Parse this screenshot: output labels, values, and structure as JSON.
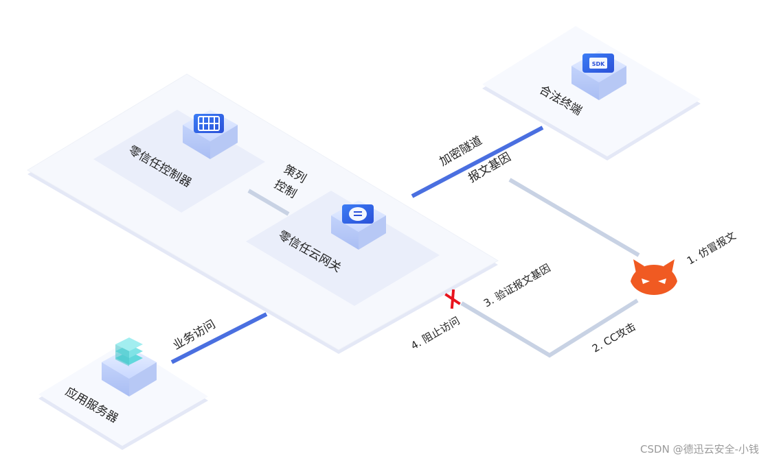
{
  "nodes": {
    "controller_label": "零信任控制器",
    "gateway_label": "零信任云网关",
    "terminal_label": "合法终端",
    "server_label": "应用服务器",
    "sdk_text": "SDK"
  },
  "links": {
    "policy_line1": "策列",
    "policy_line2": "控制",
    "tunnel": "加密隧道",
    "gene": "报文基因",
    "business": "业务访问"
  },
  "attack_steps": {
    "step1": "1. 仿冒报文",
    "step2": "2. CC攻击",
    "step3": "3. 验证报文基因",
    "step4": "4. 阻止访问"
  },
  "watermark": "CSDN @德迅云安全-小钱",
  "colors": {
    "accent_blue": "#4a6fe0",
    "attack_orange": "#f05a22",
    "block_red": "#e8141e",
    "gray_link": "#c8d2e4"
  }
}
